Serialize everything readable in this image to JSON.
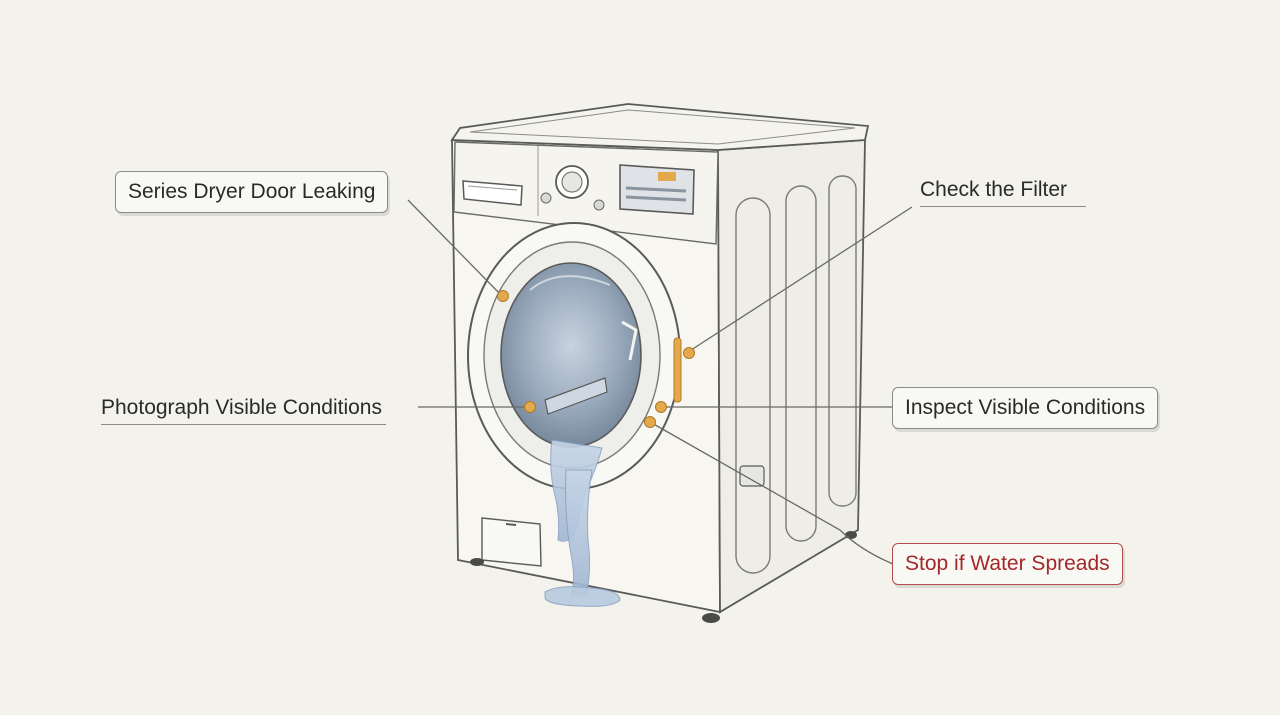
{
  "callouts": {
    "door_leaking": "Series Dryer Door Leaking",
    "check_filter": "Check the Filter",
    "photograph": "Photograph Visible Conditions",
    "inspect": "Inspect Visible Conditions",
    "stop_spread": "Stop if Water Spreads"
  },
  "colors": {
    "background": "#f3f2ec",
    "outline": "#5a5a58",
    "marker": "#e3a94a",
    "warning": "#a3282a",
    "water": "#a9bdd6"
  },
  "icons": [
    "washing-machine",
    "water-leak",
    "marker-dot"
  ]
}
